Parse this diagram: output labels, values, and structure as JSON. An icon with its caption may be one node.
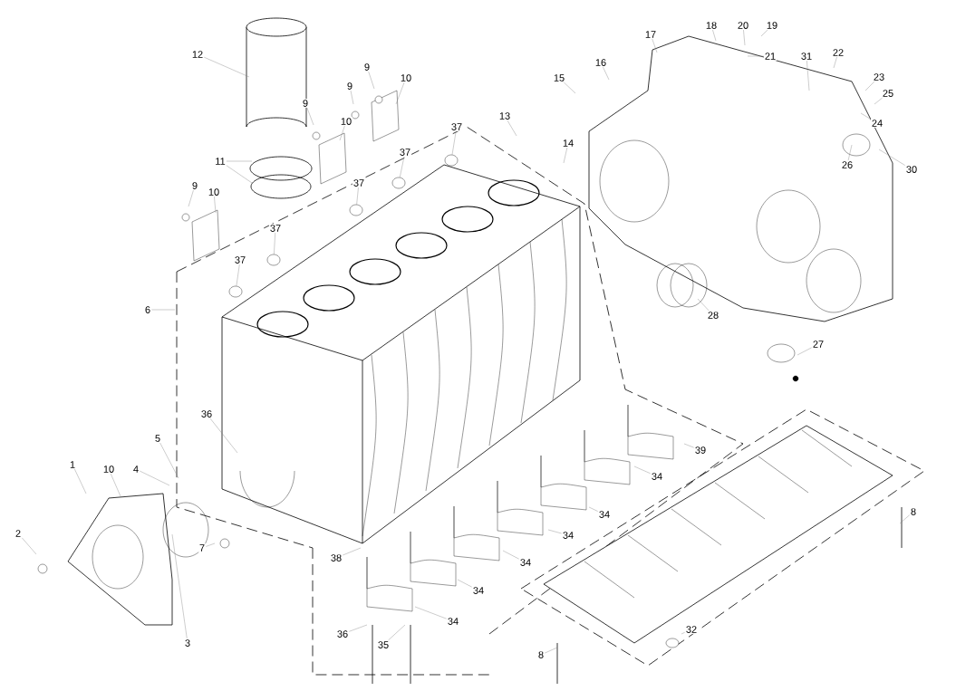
{
  "diagram": {
    "nodes": [
      {
        "text": [
          "12"
        ]
      },
      {
        "text": [
          "9"
        ]
      },
      {
        "text": [
          "10"
        ]
      },
      {
        "text": [
          "9"
        ]
      },
      {
        "text": [
          "10"
        ]
      },
      {
        "text": [
          "9"
        ]
      },
      {
        "text": [
          "11"
        ]
      },
      {
        "text": [
          "9"
        ]
      },
      {
        "text": [
          "10"
        ]
      },
      {
        "text": [
          "37"
        ]
      },
      {
        "text": [
          "37"
        ]
      },
      {
        "text": [
          "37"
        ]
      },
      {
        "text": [
          "37"
        ]
      },
      {
        "text": [
          "37"
        ]
      },
      {
        "text": [
          "13"
        ]
      },
      {
        "text": [
          "14"
        ]
      },
      {
        "text": [
          "6"
        ]
      },
      {
        "text": [
          "15"
        ]
      },
      {
        "text": [
          "16"
        ]
      },
      {
        "text": [
          "17"
        ]
      },
      {
        "text": [
          "18"
        ]
      },
      {
        "text": [
          "20"
        ]
      },
      {
        "text": [
          "19"
        ]
      },
      {
        "text": [
          "21"
        ]
      },
      {
        "text": [
          "31"
        ]
      },
      {
        "text": [
          "22"
        ]
      },
      {
        "text": [
          "23"
        ]
      },
      {
        "text": [
          "25"
        ]
      },
      {
        "text": [
          "24"
        ]
      },
      {
        "text": [
          "26"
        ]
      },
      {
        "text": [
          "30"
        ]
      },
      {
        "text": [
          "28"
        ]
      },
      {
        "text": [
          "27"
        ]
      },
      {
        "text": [
          "36"
        ]
      },
      {
        "text": [
          "5"
        ]
      },
      {
        "text": [
          "1"
        ]
      },
      {
        "text": [
          "10"
        ]
      },
      {
        "text": [
          "4"
        ]
      },
      {
        "text": [
          "2"
        ]
      },
      {
        "text": [
          "7"
        ]
      },
      {
        "text": [
          "3"
        ]
      },
      {
        "text": [
          "38"
        ]
      },
      {
        "text": [
          "36"
        ]
      },
      {
        "text": [
          "35"
        ]
      },
      {
        "text": [
          "34"
        ]
      },
      {
        "text": [
          "34"
        ]
      },
      {
        "text": [
          "34"
        ]
      },
      {
        "text": [
          "34"
        ]
      },
      {
        "text": [
          "34"
        ]
      },
      {
        "text": [
          "34"
        ]
      },
      {
        "text": [
          "39"
        ]
      },
      {
        "text": [
          "8"
        ]
      },
      {
        "text": [
          "8"
        ]
      },
      {
        "text": [
          "32"
        ]
      },
      {
        "text": [],
        "shape": "circle"
      },
      {
        "text": [],
        "shape": "circle"
      },
      {
        "text": [],
        "shape": "circle"
      },
      {
        "text": [],
        "shape": "circle"
      },
      {
        "text": [],
        "shape": "circle"
      }
    ],
    "edges": [
      {
        "from": 0,
        "to": null,
        "arrow": "none"
      },
      {
        "from": 1,
        "to": null,
        "arrow": "none"
      },
      {
        "from": 2,
        "to": null,
        "arrow": "none"
      },
      {
        "from": 3,
        "to": null,
        "arrow": "none"
      },
      {
        "from": 4,
        "to": null,
        "arrow": "none"
      },
      {
        "from": 5,
        "to": null,
        "arrow": "none"
      },
      {
        "from": 6,
        "to": null,
        "arrow": "none"
      },
      {
        "from": 6,
        "to": null,
        "arrow": "none"
      },
      {
        "from": 7,
        "to": null,
        "arrow": "none"
      },
      {
        "from": 8,
        "to": null,
        "arrow": "none"
      },
      {
        "from": 9,
        "to": 54,
        "arrow": "none"
      },
      {
        "from": 10,
        "to": 55,
        "arrow": "none"
      },
      {
        "from": 11,
        "to": 56,
        "arrow": "none"
      },
      {
        "from": 12,
        "to": 57,
        "arrow": "none"
      },
      {
        "from": 13,
        "to": 58,
        "arrow": "none"
      },
      {
        "from": 14,
        "to": null,
        "arrow": "none"
      },
      {
        "from": 15,
        "to": null,
        "arrow": "none"
      },
      {
        "from": 16,
        "to": null,
        "arrow": "none"
      },
      {
        "from": 17,
        "to": null,
        "arrow": "none"
      },
      {
        "from": 18,
        "to": null,
        "arrow": "none"
      },
      {
        "from": 19,
        "to": null,
        "arrow": "none"
      },
      {
        "from": 20,
        "to": null,
        "arrow": "none"
      },
      {
        "from": 21,
        "to": null,
        "arrow": "none"
      },
      {
        "from": 22,
        "to": null,
        "arrow": "none"
      },
      {
        "from": 23,
        "to": null,
        "arrow": "none"
      },
      {
        "from": 24,
        "to": null,
        "arrow": "none"
      },
      {
        "from": 25,
        "to": null,
        "arrow": "none"
      },
      {
        "from": 26,
        "to": null,
        "arrow": "none"
      },
      {
        "from": 27,
        "to": null,
        "arrow": "none"
      },
      {
        "from": 28,
        "to": null,
        "arrow": "none"
      },
      {
        "from": 29,
        "to": null,
        "arrow": "none"
      },
      {
        "from": 30,
        "to": null,
        "arrow": "none"
      },
      {
        "from": 31,
        "to": null,
        "arrow": "none"
      },
      {
        "from": 32,
        "to": null,
        "arrow": "none"
      },
      {
        "from": 33,
        "to": null,
        "arrow": "none"
      },
      {
        "from": 34,
        "to": null,
        "arrow": "none"
      },
      {
        "from": 35,
        "to": null,
        "arrow": "none"
      },
      {
        "from": 36,
        "to": null,
        "arrow": "none"
      },
      {
        "from": 37,
        "to": null,
        "arrow": "none"
      },
      {
        "from": 38,
        "to": null,
        "arrow": "none"
      },
      {
        "from": 39,
        "to": null,
        "arrow": "none"
      },
      {
        "from": 40,
        "to": null,
        "arrow": "none"
      },
      {
        "from": 41,
        "to": null,
        "arrow": "none"
      },
      {
        "from": 42,
        "to": null,
        "arrow": "none"
      },
      {
        "from": 43,
        "to": null,
        "arrow": "none"
      },
      {
        "from": 44,
        "to": null,
        "arrow": "none"
      },
      {
        "from": 45,
        "to": null,
        "arrow": "none"
      },
      {
        "from": 46,
        "to": null,
        "arrow": "none"
      },
      {
        "from": 47,
        "to": null,
        "arrow": "none"
      },
      {
        "from": 48,
        "to": null,
        "arrow": "none"
      },
      {
        "from": 49,
        "to": null,
        "arrow": "none"
      },
      {
        "from": 50,
        "to": null,
        "arrow": "none"
      },
      {
        "from": 51,
        "to": null,
        "arrow": "none"
      },
      {
        "from": 52,
        "to": null,
        "arrow": "none"
      },
      {
        "from": 53,
        "to": null,
        "arrow": "none"
      }
    ]
  }
}
